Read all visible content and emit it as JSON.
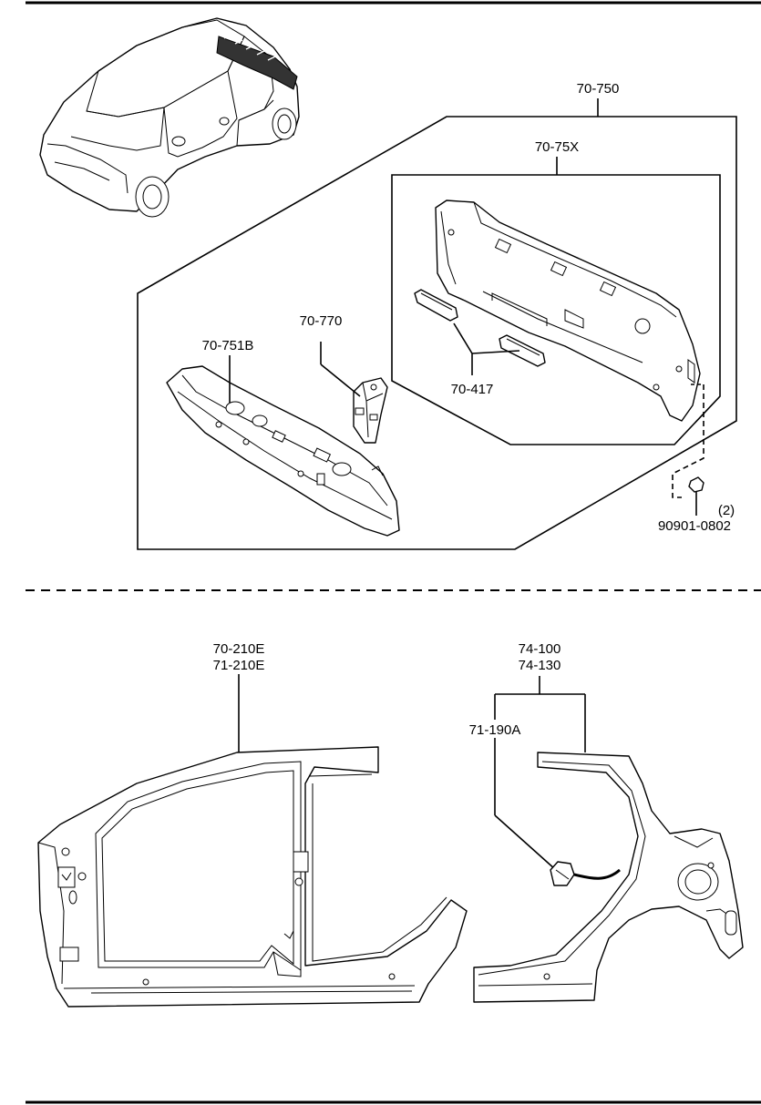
{
  "labels": {
    "rear_panel_assembly": "70-750",
    "rear_panel": "70-75X",
    "reinforcement_left": "70-751B",
    "bracket": "70-770",
    "gusset": "70-417",
    "clip_quantity": "(2)",
    "clip": "90901-0802",
    "side_panel_line1": "70-210E",
    "side_panel_line2": "71-210E",
    "rear_fender_line1": "74-100",
    "rear_fender_line2": "74-130",
    "fuel_lid_housing": "71-190A"
  }
}
